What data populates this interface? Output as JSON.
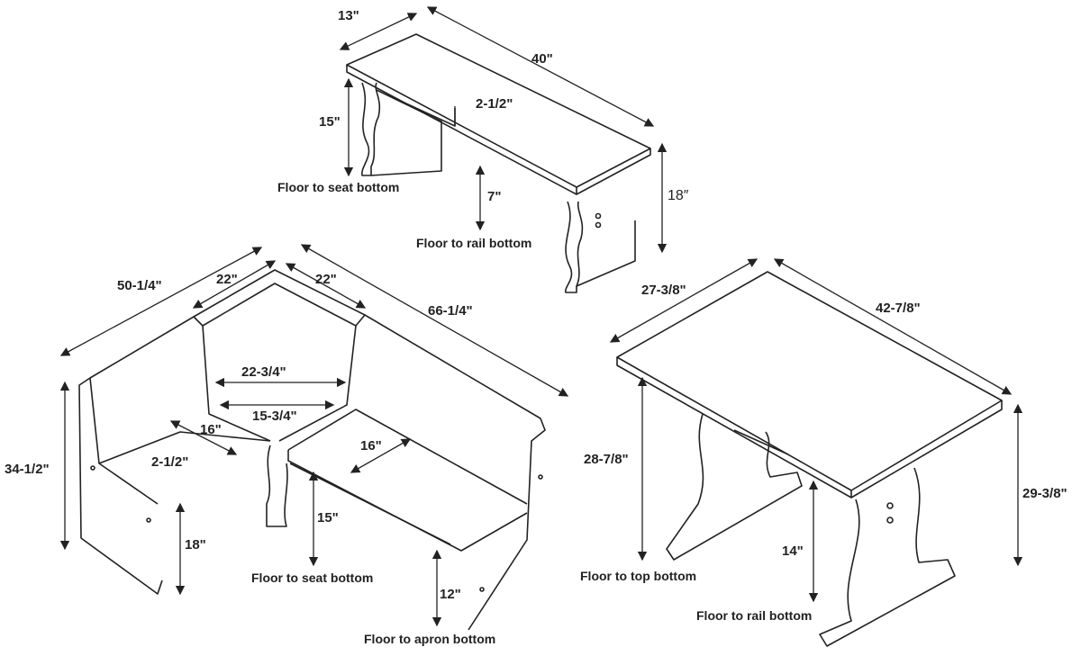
{
  "bench": {
    "depth": "13\"",
    "length": "40\"",
    "cushion": "2-1/2\"",
    "seat_height": "15\"",
    "seat_height_caption": "Floor to seat bottom",
    "rail_height": "7\"",
    "rail_caption": "Floor to rail bottom",
    "total_height": "18″"
  },
  "corner_nook": {
    "left_length": "50-1/4\"",
    "corner_left": "22\"",
    "corner_right": "22\"",
    "right_length": "66-1/4\"",
    "corner_back": "22-3/4\"",
    "corner_front": "15-3/4\"",
    "left_seat_depth": "16\"",
    "right_seat_depth": "16\"",
    "cushion": "2-1/2\"",
    "total_height": "34-1/2\"",
    "seat_height": "15\"",
    "seat_height_caption": "Floor to seat bottom",
    "side_seat_height": "18\"",
    "apron_height": "12\"",
    "apron_caption": "Floor to apron bottom"
  },
  "table": {
    "width": "27-3/8\"",
    "length": "42-7/8\"",
    "top_bottom_height": "28-7/8\"",
    "top_caption": "Floor to top bottom",
    "total_height": "29-3/8\"",
    "rail_height": "14\"",
    "rail_caption": "Floor to rail bottom"
  }
}
